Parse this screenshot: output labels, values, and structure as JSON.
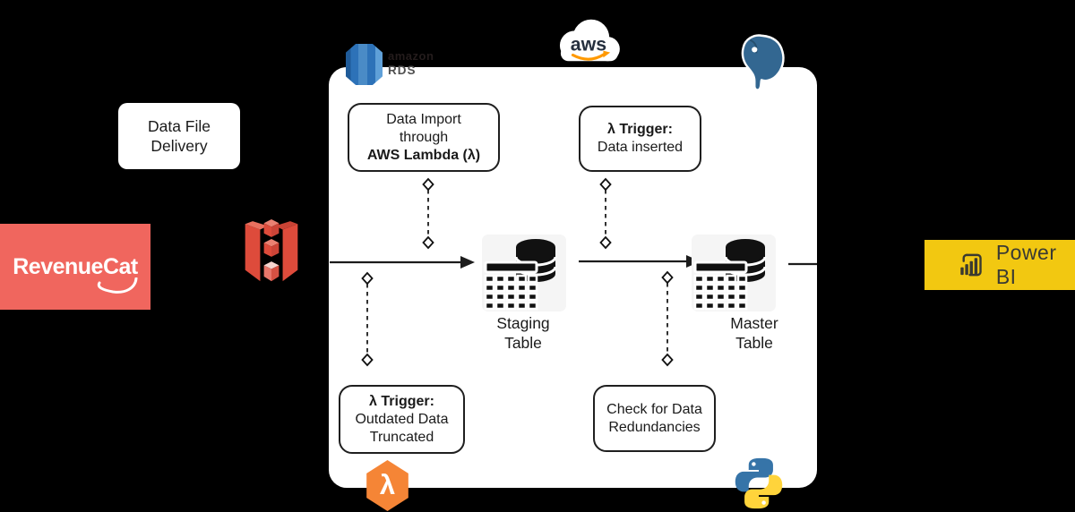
{
  "colors": {
    "background": "#000000",
    "panel": "#ffffff",
    "line": "#1c1c1c",
    "text": "#1a1a1a",
    "revenuecat": "#F0665E",
    "s3": "#DE4B3B",
    "rds": "#2D72B8",
    "aws_navy": "#252F3E",
    "aws_orange": "#FF9900",
    "postgres": "#336791",
    "lambda": "#F58536",
    "python_blue": "#3674A8",
    "python_yellow": "#FFD43B",
    "powerbi": "#F2C811"
  },
  "nodes": {
    "revenuecat": {
      "label": "RevenueCat"
    },
    "data_file_delivery": {
      "line1": "Data File",
      "line2": "Delivery"
    },
    "amazon_rds": {
      "brand": "amazon",
      "product": "RDS"
    },
    "aws_cloud": {
      "label": "aws"
    },
    "data_import": {
      "line1": "Data Import",
      "line2": "through",
      "line3": "AWS Lambda (λ)"
    },
    "trigger_inserted": {
      "title": "λ Trigger:",
      "line2": "Data inserted"
    },
    "staging_table": {
      "line1": "Staging",
      "line2": "Table"
    },
    "master_table": {
      "line1": "Master",
      "line2": "Table"
    },
    "trigger_truncated": {
      "title": "λ Trigger:",
      "line2": "Outdated Data",
      "line3": "Truncated"
    },
    "redundancy_check": {
      "line1": "Check for Data",
      "line2": "Redundancies"
    },
    "lambda_function": {
      "glyph": "λ"
    },
    "power_bi": {
      "label": "Power BI"
    }
  }
}
